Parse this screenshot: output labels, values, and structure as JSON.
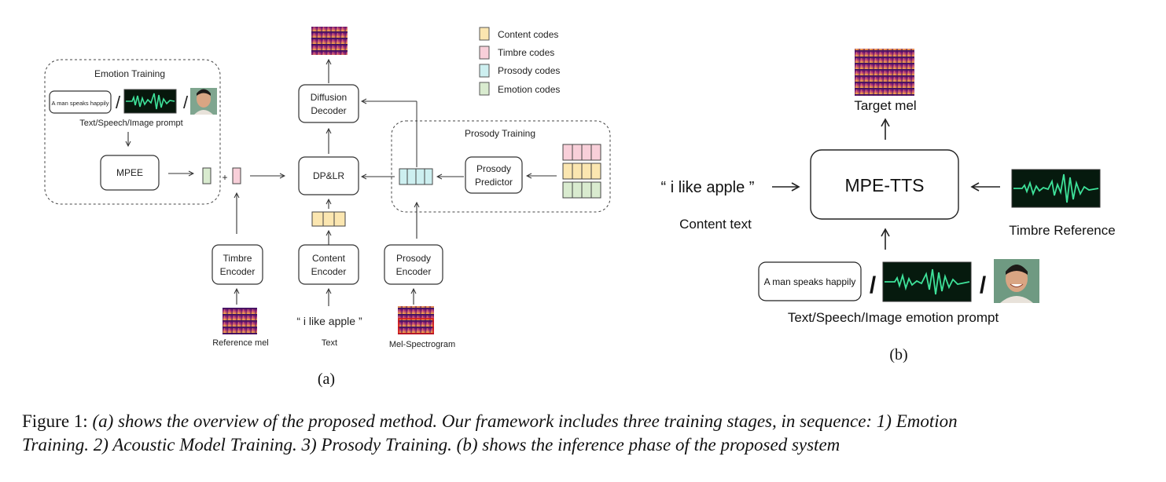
{
  "panel_a": {
    "emotion_training": "Emotion Training",
    "prompt_box": "A man speaks happily",
    "slash": "/",
    "prompt_caption": "Text/Speech/Image prompt",
    "mpee": "MPEE",
    "plus": "+",
    "diffusion_decoder": [
      "Diffusion",
      "Decoder"
    ],
    "dplr": "DP&LR",
    "timbre_encoder": [
      "Timbre",
      "Encoder"
    ],
    "content_encoder": [
      "Content",
      "Encoder"
    ],
    "prosody_encoder": [
      "Prosody",
      "Encoder"
    ],
    "prosody_training": "Prosody Training",
    "prosody_predictor": [
      "Prosody",
      "Predictor"
    ],
    "reference_mel": "Reference mel",
    "input_text": "“ i like apple ”",
    "text_label": "Text",
    "mel_label": "Mel-Spectrogram",
    "label": "(a)"
  },
  "legend": [
    {
      "label": "Content codes",
      "color": "#fbe6b0"
    },
    {
      "label": "Timbre codes",
      "color": "#f8cfd9"
    },
    {
      "label": "Prosody codes",
      "color": "#cdeff0"
    },
    {
      "label": "Emotion codes",
      "color": "#d9ebcf"
    }
  ],
  "panel_b": {
    "target_mel": "Target mel",
    "mpe_tts": "MPE-TTS",
    "content_text": "“ i like apple ”",
    "content_text_label": "Content text",
    "timbre_reference": "Timbre Reference",
    "prompt_box": "A man speaks happily",
    "slash": "/",
    "prompt_caption": "Text/Speech/Image emotion prompt",
    "label": "(b)"
  },
  "caption": {
    "prefix": "Figure 1: ",
    "line1": "(a) shows the overview of the proposed method. Our framework includes three training stages, in sequence: 1) Emotion",
    "line2": "Training. 2) Acoustic Model Training. 3) Prosody Training. (b) shows the inference phase of the proposed system"
  }
}
